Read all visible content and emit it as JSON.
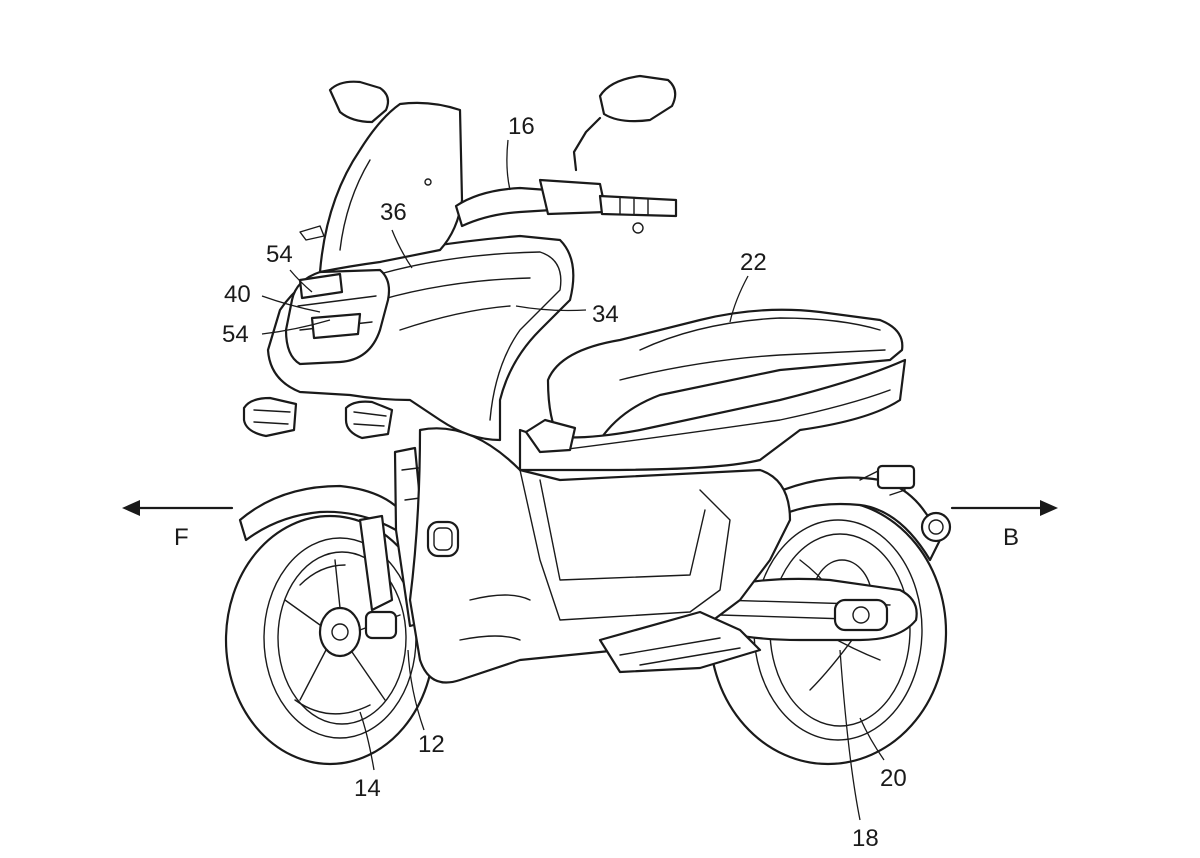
{
  "figure": {
    "labels": {
      "windshield_cowl": "16",
      "front_cover": "36",
      "headlight_upper": "54",
      "headlight": "40",
      "headlight_lower": "54",
      "side_cover": "34",
      "seat": "22",
      "front_fork": "12",
      "front_wheel": "14",
      "rear_wheel": "20",
      "swing_arm": "18"
    },
    "directions": {
      "front": "F",
      "back": "B"
    }
  }
}
